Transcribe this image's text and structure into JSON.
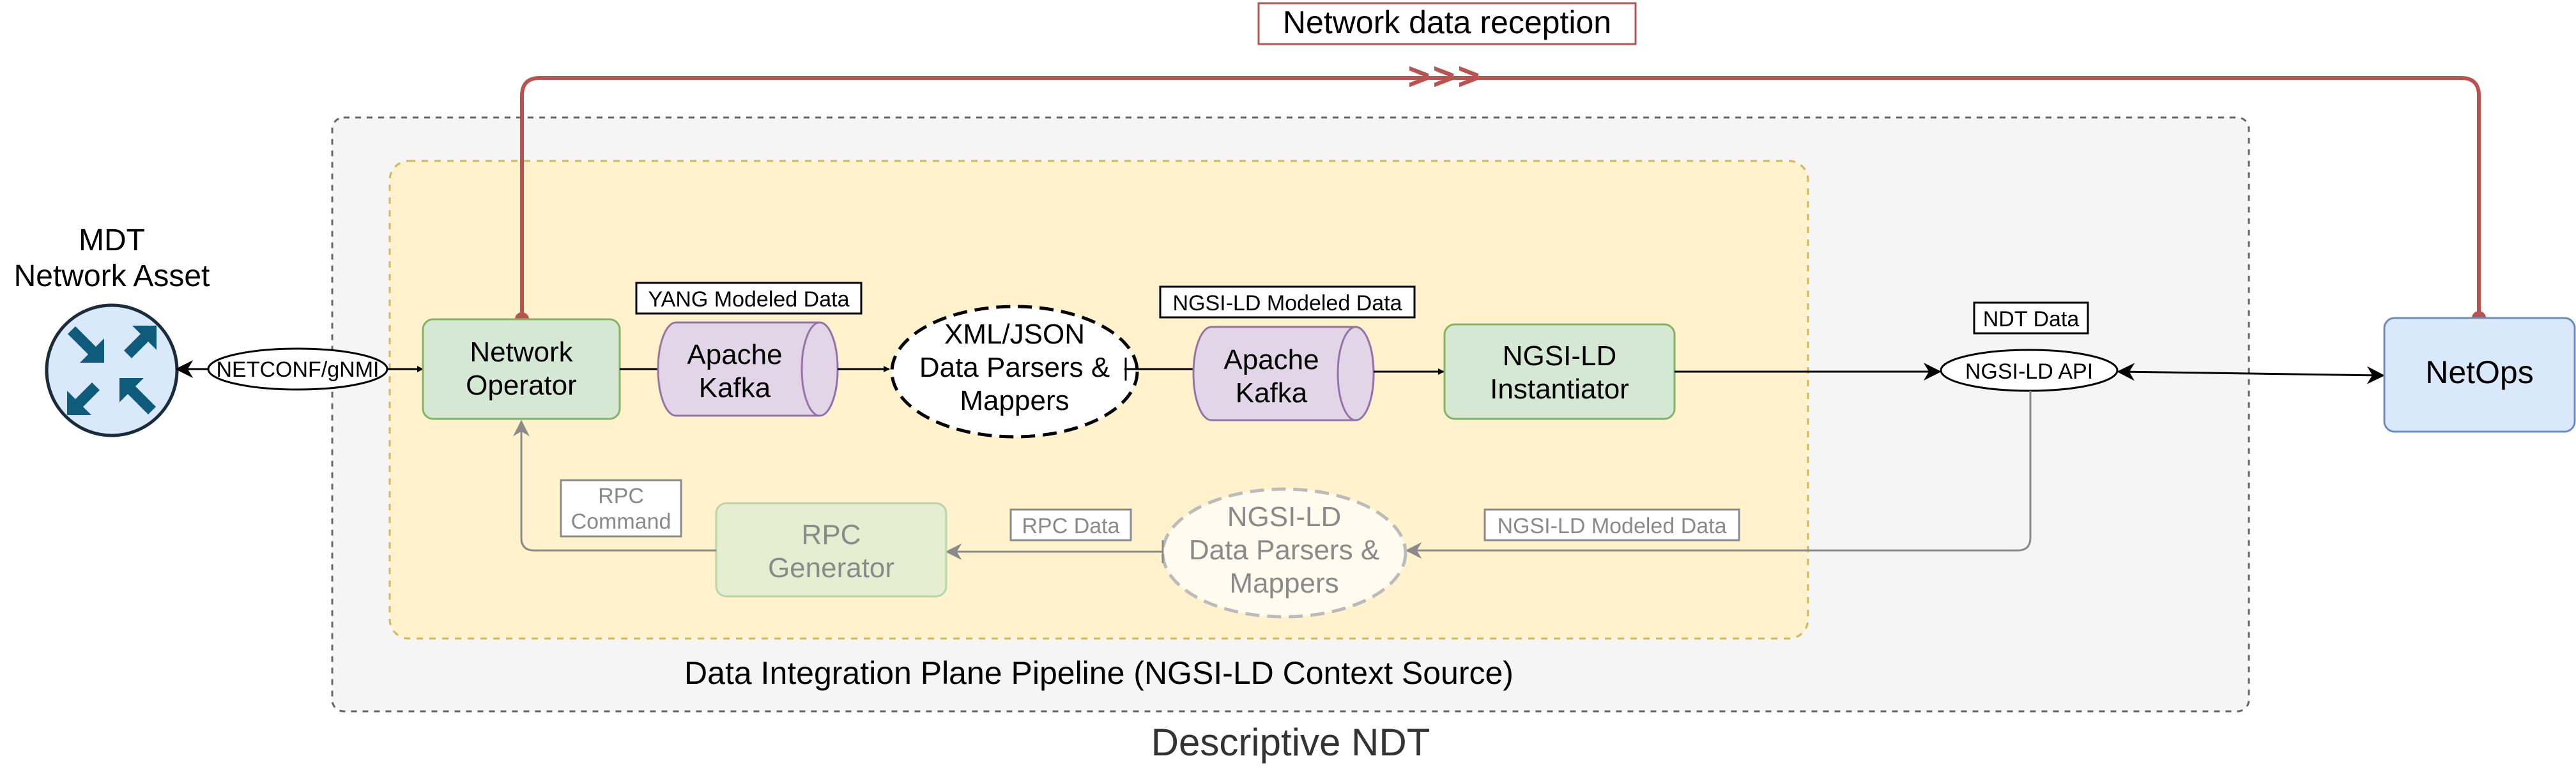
{
  "top_label": "Network data reception",
  "top_chevrons": ">>>",
  "asset": {
    "line1": "MDT",
    "line2": "Network Asset",
    "icon": "router-icon"
  },
  "protocol_label": "NETCONF/gNMI",
  "operator": {
    "line1": "Network",
    "line2": "Operator"
  },
  "kafka1": {
    "line1": "Apache",
    "line2": "Kafka"
  },
  "kafka2": {
    "line1": "Apache",
    "line2": "Kafka"
  },
  "parsers_xml": {
    "line1": "XML/JSON",
    "line2": "Data Parsers &",
    "line3": "Mappers"
  },
  "instantiator": {
    "line1": "NGSI-LD",
    "line2": "Instantiator"
  },
  "api_label": "NGSI-LD API",
  "netops_label": "NetOps",
  "yang_label": "YANG Modeled Data",
  "ngsild_modeled_top": "NGSI-LD Modeled Data",
  "ndt_data_label": "NDT Data",
  "rpc_command": {
    "line1": "RPC",
    "line2": "Command"
  },
  "rpc_generator": {
    "line1": "RPC",
    "line2": "Generator"
  },
  "rpc_data_label": "RPC Data",
  "parsers_ngsild": {
    "line1": "NGSI-LD",
    "line2": "Data Parsers &",
    "line3": "Mappers"
  },
  "ngsild_modeled_bottom": "NGSI-LD Modeled Data",
  "pipeline_label": "Data Integration Plane Pipeline (NGSI-LD Context Source)",
  "ndt_label": "Descriptive NDT",
  "colors": {
    "accent_red": "#b85450",
    "green_fill": "#d5e8d4",
    "green_stroke": "#82b366",
    "purple_fill": "#e1d5e7",
    "purple_stroke": "#9673a6",
    "blue_fill": "#dae8fc",
    "blue_stroke": "#6c8ebf",
    "yellow_fill": "#fff2cc",
    "yellow_stroke": "#d6b656",
    "gray_fill": "#f5f5f5"
  }
}
